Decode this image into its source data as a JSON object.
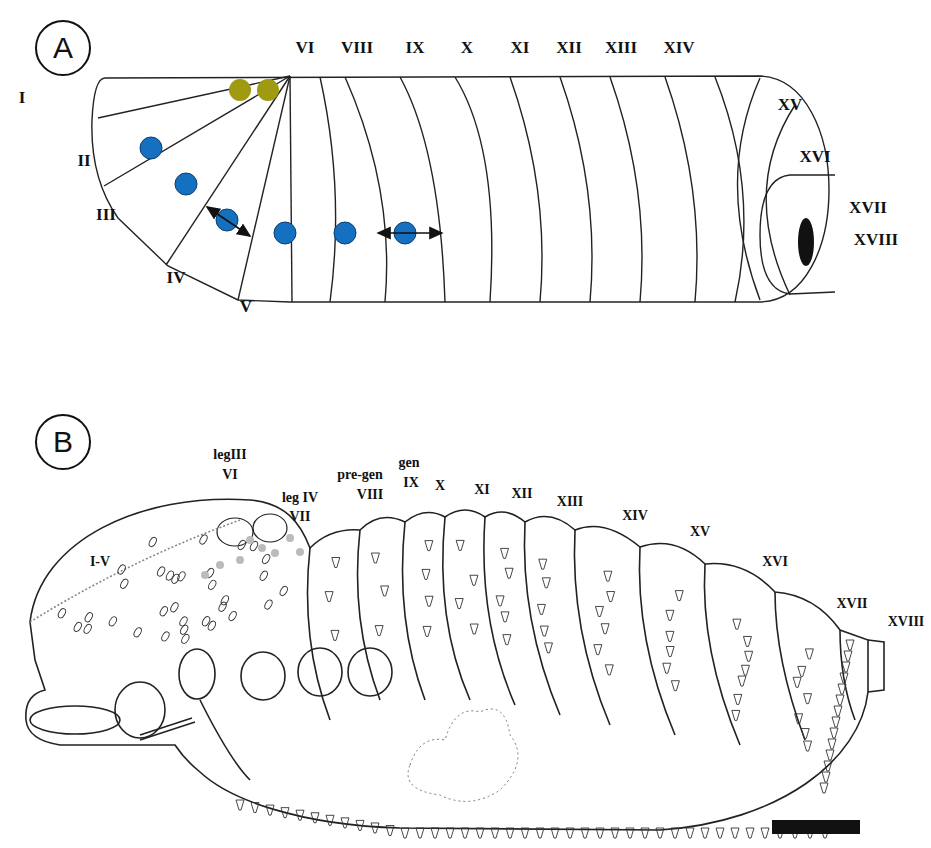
{
  "diagram": {
    "nodes": [
      {
        "text": [
          "A"
        ]
      },
      {
        "text": [
          "B"
        ]
      }
    ],
    "labels": [
      "I",
      "II",
      "III",
      "IV",
      "V",
      "VI",
      "VIII",
      "IX",
      "X",
      "XI",
      "XII",
      "XIII",
      "XIV",
      "XV",
      "XVI",
      "XVII",
      "XVIII",
      "I-V",
      "legIII",
      "VI",
      "leg IV",
      "VII",
      "pre-gen",
      "VIII",
      "gen",
      "IX",
      "X",
      "XI",
      "XII",
      "XIII",
      "XIV",
      "XV",
      "XVI",
      "XVII",
      "XVIII"
    ]
  }
}
